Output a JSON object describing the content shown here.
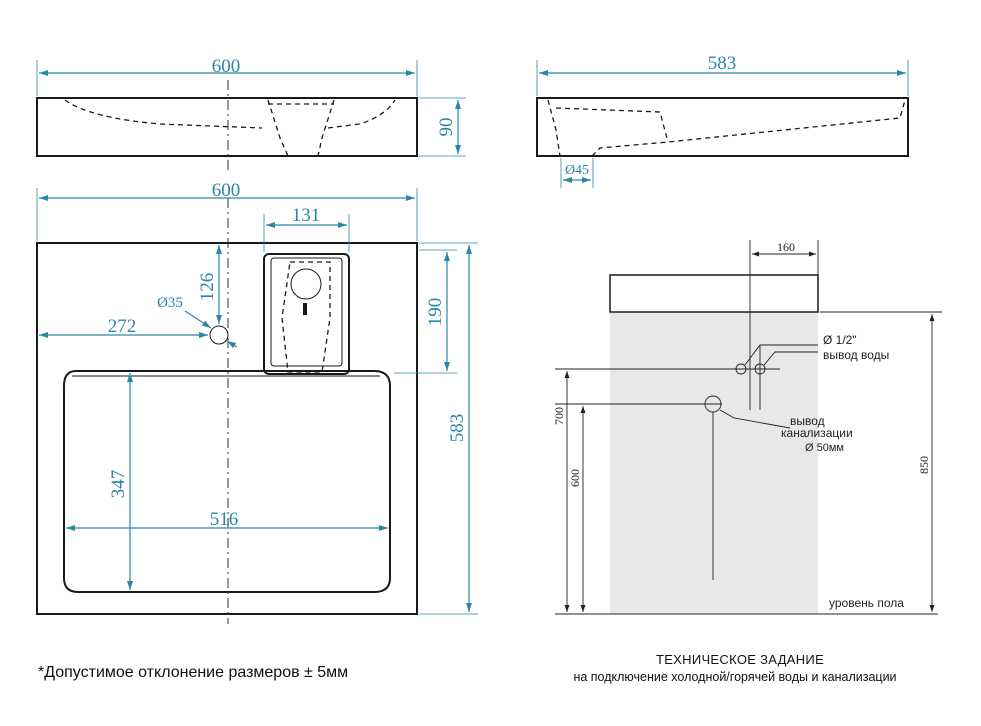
{
  "top_view": {
    "width": "600",
    "height": "90"
  },
  "side_view": {
    "width": "583",
    "drain": "Ø45"
  },
  "plan_view": {
    "width": "600",
    "faucet_block": "131",
    "hole_offset_y": "126",
    "hole_diameter": "Ø35",
    "hole_offset_x": "272",
    "depth_to_bowl": "190",
    "total_depth": "583",
    "bowl_depth": "347",
    "bowl_width": "516"
  },
  "install": {
    "offset": "160",
    "water_pipe": "Ø 1/2\"",
    "water_outlet": "вывод воды",
    "drain_label_1": "вывод",
    "drain_label_2": "канализации",
    "drain_diameter": "Ø 50мм",
    "height_700": "700",
    "height_600": "600",
    "height_850": "850",
    "floor_level": "уровень пола"
  },
  "notes": {
    "tolerance": "*Допустимое отклонение размеров ± 5мм",
    "tech_title": "ТЕХНИЧЕСКОЕ ЗАДАНИЕ",
    "tech_subtitle": "на подключение холодной/горячей воды и канализации"
  },
  "colors": {
    "dimension": "#2b86a6",
    "outline": "#1a1a1a",
    "wall_shade": "#e8e8e8"
  }
}
